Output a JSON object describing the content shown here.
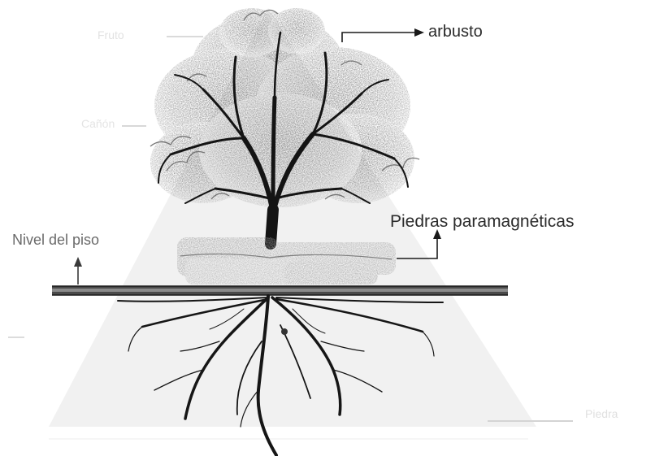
{
  "labels": {
    "shrub": "arbusto",
    "stones": "Piedras paramagnéticas",
    "ground_level": "Nivel del piso"
  },
  "ghost_text": {
    "top": "Fruto",
    "left": "Cañón",
    "bottom_right": "Piedra"
  },
  "colors": {
    "ink": "#1a1a1a",
    "canopy": "#8c8c8c",
    "stone": "#a9a9a9",
    "ground_bar": "#4a4a4a",
    "faint": "#e6e6e6"
  }
}
